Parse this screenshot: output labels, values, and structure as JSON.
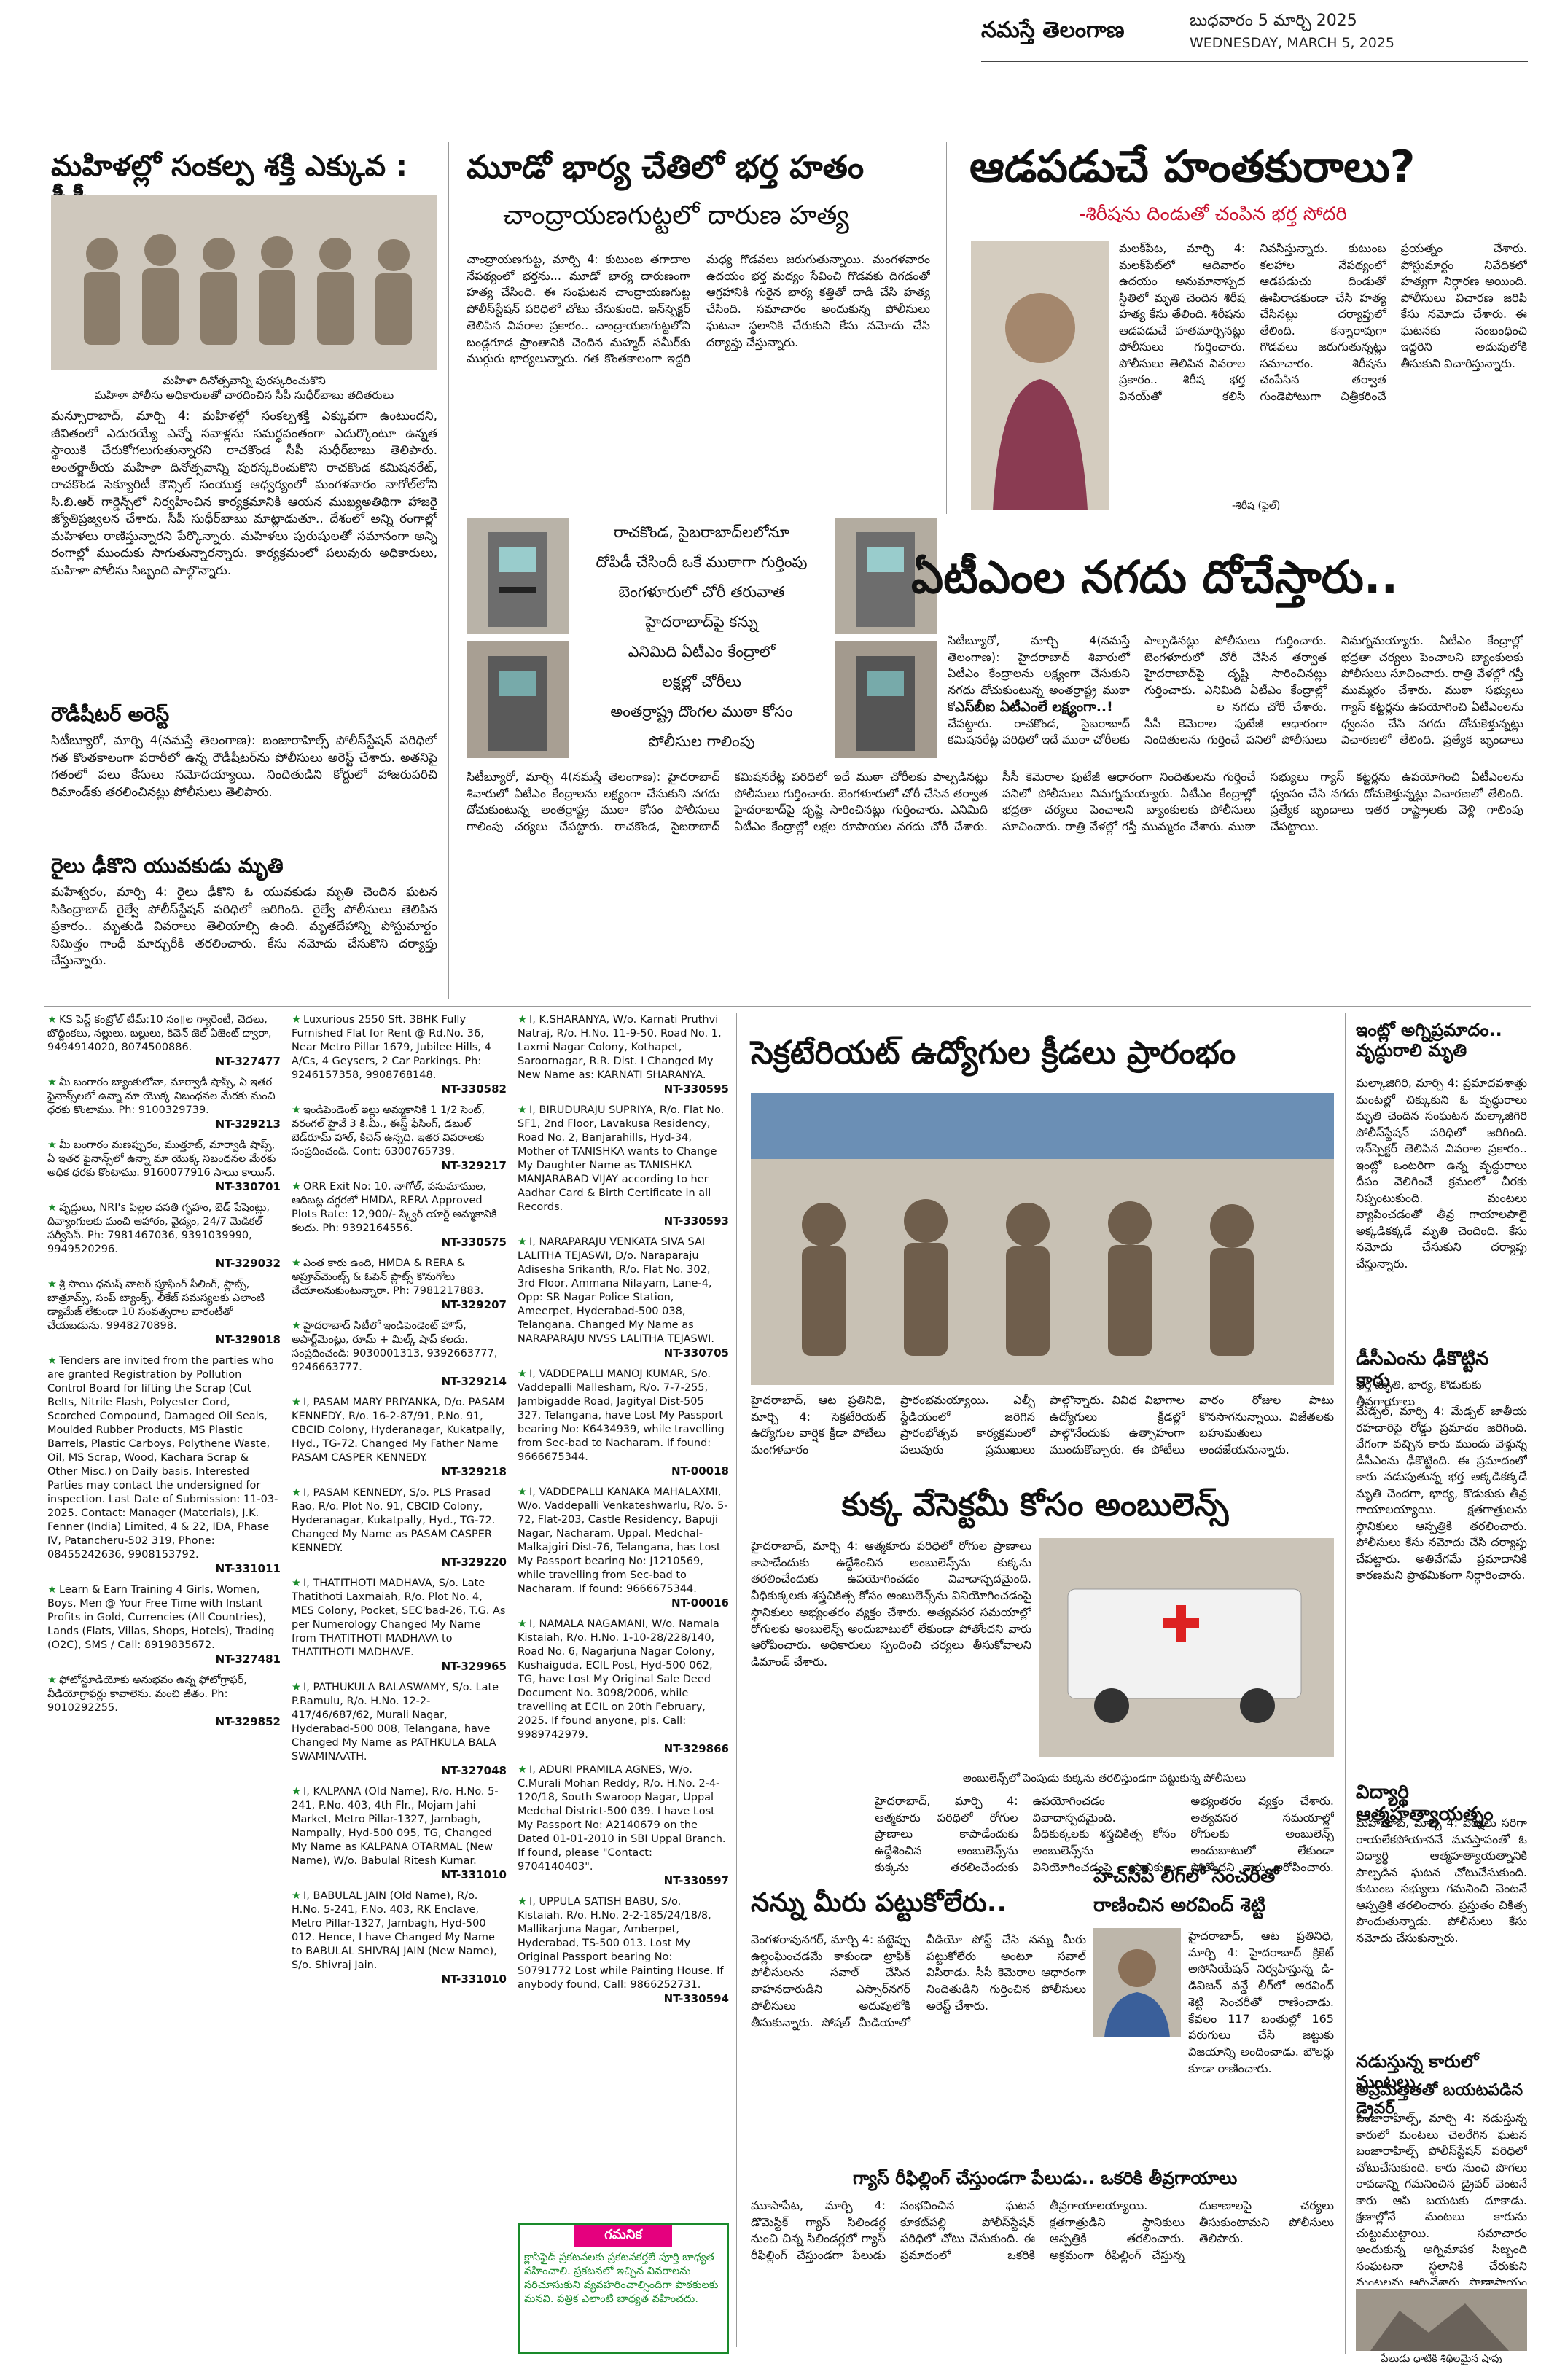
{
  "masthead": {
    "paper_name": "నమస్తే తెలంగాణ",
    "date_telugu": "బుధవారం 5 మార్చి 2025",
    "date_english": "WEDNESDAY, MARCH 5, 2025"
  },
  "story1": {
    "headline": "మహిళల్లో సంకల్ప శక్తి ఎక్కువ : సీపీ",
    "sub1": "మహిళా దినోత్సవాన్ని పురస్కరించుకొని",
    "sub2": "మహిళా పోలీసు అధికారులతో చారదించిన సీపీ సుధీర్‌బాబు తదితరులు",
    "body": "మన్సూరాబాద్, మార్చి 4: మహిళల్లో సంకల్పశక్తి ఎక్కువగా ఉంటుందని, జీవితంలో ఎదురయ్యే ఎన్నో సవాళ్లను సమర్థవంతంగా ఎదుర్కొంటూ ఉన్నత స్థాయికి చేరుకోగలుగుతున్నారని రాచకొండ సీపీ సుధీర్‌బాబు తెలిపారు. అంతర్జాతీయ మహిళా దినోత్సవాన్ని పురస్కరించుకొని రాచకొండ కమిషనరేట్, రాచకొండ సెక్యూరిటీ కౌన్సిల్ సంయుక్త ఆధ్వర్యంలో మంగళవారం నాగోల్‌లోని సి.బి.ఆర్ గార్డెన్స్‌లో నిర్వహించిన కార్యక్రమానికి ఆయన ముఖ్యఅతిథిగా హాజరై జ్యోతిప్రజ్వలన చేశారు. సీపీ సుధీర్‌బాబు మాట్లాడుతూ.. దేశంలో అన్ని రంగాల్లో మహిళలు రాణిస్తున్నారని పేర్కొన్నారు. మహిళలు పురుషులతో సమానంగా అన్ని రంగాల్లో ముందుకు సాగుతున్నారన్నారు. కార్యక్రమంలో పలువురు అధికారులు, మహిళా పోలీసు సిబ్బంది పాల్గొన్నారు."
  },
  "story1b": {
    "headline": "రౌడీషీటర్ అరెస్ట్",
    "body": "సిటీబ్యూరో, మార్చి 4(నమస్తే తెలంగాణ): బంజారాహిల్స్ పోలీస్‌స్టేషన్ పరిధిలో గత కొంతకాలంగా పరారీలో ఉన్న రౌడీషీటర్‌ను పోలీసులు అరెస్ట్ చేశారు. అతనిపై గతంలో పలు కేసులు నమోదయ్యాయి. నిందితుడిని కోర్టులో హాజరుపరిచి రిమాండ్‌కు తరలించినట్లు పోలీసులు తెలిపారు."
  },
  "story1c": {
    "headline": "రైలు ఢీకొని యువకుడు మృతి",
    "body": "మహేశ్వరం, మార్చి 4: రైలు ఢీకొని ఓ యువకుడు మృతి చెందిన ఘటన సికింద్రాబాద్ రైల్వే పోలీస్‌స్టేషన్ పరిధిలో జరిగింది. రైల్వే పోలీసులు తెలిపిన ప్రకారం.. మృతుడి వివరాలు తెలియాల్సి ఉంది. మృతదేహాన్ని పోస్టుమార్టం నిమిత్తం గాంధీ మార్చురీకి తరలించారు. కేసు నమోదు చేసుకొని దర్యాప్తు చేస్తున్నారు."
  },
  "story2": {
    "headline": "మూడో భార్య చేతిలో భర్త హతం",
    "subhead": "చాంద్రాయణగుట్టలో దారుణ హత్య",
    "body": "చాంద్రాయణగుట్ట, మార్చి 4: కుటుంబ తగాదాల నేపథ్యంలో భర్తను... మూడో భార్య దారుణంగా హత్య చేసింది. ఈ సంఘటన చాంద్రాయణగుట్ట పోలీస్‌స్టేషన్ పరిధిలో చోటు చేసుకుంది. ఇన్‌స్పెక్టర్ తెలిపిన వివరాల ప్రకారం.. చాంద్రాయణగుట్టలోని బండ్లగూడ ప్రాంతానికి చెందిన మహ్మద్ సమీర్‌కు ముగ్గురు భార్యలున్నారు. గత కొంతకాలంగా ఇద్దరి మధ్య గొడవలు జరుగుతున్నాయి. మంగళవారం ఉదయం భర్త మద్యం సేవించి గొడవకు దిగడంతో ఆగ్రహానికి గురైన భార్య కత్తితో దాడి చేసి హత్య చేసింది. సమాచారం అందుకున్న పోలీసులు ఘటనా స్థలానికి చేరుకుని కేసు నమోదు చేసి దర్యాప్తు చేస్తున్నారు."
  },
  "story2b": {
    "items": [
      "రాచకొండ, సైబరాబాద్‌లలోనూ",
      "దోపిడీ చేసిందీ ఒకే ముఠాగా గుర్తింపు",
      "బెంగళూరులో చోరీ తరువాత",
      "హైదరాబాద్‌పై కన్ను",
      "ఎనిమిది ఏటీఎం కేంద్రాలో",
      "లక్షల్లో చోరీలు",
      "అంతర్రాష్ట్ర దొంగల ముఠా కోసం",
      "పోలీసుల గాలింపు"
    ]
  },
  "story3": {
    "headline": "ఆడపడుచే హంతకురాలు?",
    "subhead": "-శిరీషను దిండుతో చంపిన భర్త సోదరి",
    "body": "మలక్‌పేట, మార్చి 4: మలక్‌పేట్‌లో ఆదివారం ఉదయం అనుమానాస్పద స్థితిలో మృతి చెందిన శిరీష హత్య కేసు తేలింది. శిరీషను ఆడపడుచే హతమార్చినట్లు పోలీసులు గుర్తించారు. పోలీసులు తెలిపిన వివరాల ప్రకారం.. శిరీష భర్త వినయ్‌తో కలిసి నివసిస్తున్నారు. కుటుంబ కలహాల నేపథ్యంలో ఆడపడుచు దిండుతో ఊపిరాడకుండా చేసి హత్య చేసినట్లు దర్యాప్తులో తేలింది. కన్నారావుగా గొడవలు జరుగుతున్నట్లు సమాచారం. శిరీషను చంపేసిన తర్వాత గుండెపోటుగా చిత్రీకరించే ప్రయత్నం చేశారు. పోస్టుమార్టం నివేదికలో హత్యగా నిర్ధారణ అయింది. పోలీసులు విచారణ జరిపి కేసు నమోదు చేశారు. ఈ ఘటనకు సంబంధించి ఇద్దరిని అదుపులోకి తీసుకుని విచారిస్తున్నారు.",
    "caption": "-శిరీష (ఫైల్)"
  },
  "story4": {
    "headline": "ఏటీఎంల నగదు దోచేస్తారు..",
    "body": "సిటీబ్యూరో, మార్చి 4(నమస్తే తెలంగాణ): హైదరాబాద్ శివారులో ఏటీఎం కేంద్రాలను లక్ష్యంగా చేసుకుని నగదు దోచుకుంటున్న అంతర్రాష్ట్ర ముఠా కోసం పోలీసులు గాలింపు చర్యలు చేపట్టారు. రాచకొండ, సైబరాబాద్ కమిషనరేట్ల పరిధిలో ఇదే ముఠా చోరీలకు పాల్పడినట్లు పోలీసులు గుర్తించారు. బెంగళూరులో చోరీ చేసిన తర్వాత హైదరాబాద్‌పై దృష్టి సారించినట్లు గుర్తించారు. ఎనిమిది ఏటీఎం కేంద్రాల్లో లక్షల రూపాయల నగదు చోరీ చేశారు. సీసీ కెమెరాల ఫుటేజీ ఆధారంగా నిందితులను గుర్తించే పనిలో పోలీసులు నిమగ్నమయ్యారు. ఏటీఎం కేంద్రాల్లో భద్రతా చర్యలు పెంచాలని బ్యాంకులకు పోలీసులు సూచించారు. రాత్రి వేళల్లో గస్తీ ముమ్మరం చేశారు. ముఠా సభ్యులు గ్యాస్ కట్టర్లను ఉపయోగించి ఏటీఎంలను ధ్వంసం చేసి నగదు దోచుకెళ్తున్నట్లు విచారణలో తేలింది. ప్రత్యేక బృందాలు ఇతర రాష్ట్రాలకు వెళ్లి గాలింపు చేపట్టాయి.",
    "callout": "ఎస్‌బీఐ ఏటీఎంలే లక్ష్యంగా..!"
  },
  "story5": {
    "headline": "సెక్రటేరియట్ ఉద్యోగుల క్రీడలు ప్రారంభం",
    "body": "హైదరాబాద్, ఆట ప్రతినిధి, మార్చి 4: సెక్రటేరియట్ ఉద్యోగుల వార్షిక క్రీడా పోటీలు మంగళవారం ప్రారంభమయ్యాయి. ఎల్బీ స్టేడియంలో జరిగిన ప్రారంభోత్సవ కార్యక్రమంలో పలువురు ప్రముఖులు పాల్గొన్నారు. వివిధ విభాగాల ఉద్యోగులు క్రీడల్లో పాల్గొనేందుకు ఉత్సాహంగా ముందుకొచ్చారు. ఈ పోటీలు వారం రోజుల పాటు కొనసాగనున్నాయి. విజేతలకు బహుమతులు అందజేయనున్నారు."
  },
  "story6": {
    "headline": "కుక్క వేసెక్టమీ కోసం అంబులెన్స్",
    "body": "హైదరాబాద్, మార్చి 4: ఆత్మకూరు పరిధిలో రోగుల ప్రాణాలు కాపాడేందుకు ఉద్దేశించిన అంబులెన్స్‌ను కుక్కను తరలించేందుకు ఉపయోగించడం వివాదాస్పదమైంది. వీధికుక్కలకు శస్త్రచికిత్స కోసం అంబులెన్స్‌ను వినియోగించడంపై స్థానికులు అభ్యంతరం వ్యక్తం చేశారు. అత్యవసర సమయాల్లో రోగులకు అంబులెన్స్ అందుబాటులో లేకుండా పోతోందని వారు ఆరోపించారు. అధికారులు స్పందించి చర్యలు తీసుకోవాలని డిమాండ్ చేశారు.",
    "caption": "అంబులెన్స్‌లో పెంపుడు కుక్కను తరలిస్తుండగా పట్టుకున్న పోలీసులు"
  },
  "story7": {
    "headline": "నన్ను మీరు పట్టుకోలేరు..",
    "body": "వెంగళరావునగర్, మార్చి 4: వట్టెప్పు ఉల్లంఘించడమే కాకుండా ట్రాఫిక్ పోలీసులను సవాల్ చేసిన వాహనదారుడిని ఎస్సార్‌నగర్ పోలీసులు అదుపులోకి తీసుకున్నారు. సోషల్ మీడియాలో వీడియో పోస్ట్ చేసి నన్ను మీరు పట్టుకోలేరు అంటూ సవాల్ విసిరాడు. సీసీ కెమెరాల ఆధారంగా నిందితుడిని గుర్తించిన పోలీసులు అరెస్ట్ చేశారు."
  },
  "story8": {
    "headline": "హెచ్‌సీపీ లీగ్‌లో సెంచరీతో",
    "subhead": "రాణించిన అరవింద్ శెట్టి",
    "body": "హైదరాబాద్, ఆట ప్రతినిధి, మార్చి 4: హైదరాబాద్ క్రికెట్ అసోసియేషన్ నిర్వహిస్తున్న డి-డివిజన్ వన్డే లీగ్‌లో అరవింద్ శెట్టి సెంచరీతో రాణించాడు. కేవలం 117 బంతుల్లో 165 పరుగులు చేసి జట్టుకు విజయాన్ని అందించాడు. బౌలర్లు కూడా రాణించారు."
  },
  "story9": {
    "headline": "గ్యాస్ రీఫిల్లింగ్ చేస్తుండగా పేలుడు.. ఒకరికి తీవ్రగాయాలు",
    "body": "మూసాపేట, మార్చి 4: డొమెస్టిక్ గ్యాస్ సిలిండర్ల నుంచి చిన్న సిలిండర్లలో గ్యాస్ రీఫిల్లింగ్ చేస్తుండగా పేలుడు సంభవించిన ఘటన కూకట్‌పల్లి పోలీస్‌స్టేషన్ పరిధిలో చోటు చేసుకుంది. ఈ ప్రమాదంలో ఒకరికి తీవ్రగాయాలయ్యాయి. క్షతగాత్రుడిని స్థానికులు ఆస్పత్రికి తరలించారు. అక్రమంగా రీఫిల్లింగ్ చేస్తున్న దుకాణాలపై చర్యలు తీసుకుంటామని పోలీసులు తెలిపారు.",
    "caption": "పేలుడు ధాటికి శిథిలమైన షాపు"
  },
  "story10": {
    "headline": "ఇంట్లో అగ్నిప్రమాదం.. వృద్ధురాలి మృతి",
    "body": "మల్కాజిగిరి, మార్చి 4: ప్రమాదవశాత్తు మంటల్లో చిక్కుకుని ఓ వృద్ధురాలు మృతి చెందిన సంఘటన మల్కాజిగిరి పోలీస్‌స్టేషన్ పరిధిలో జరిగింది. ఇన్‌స్పెక్టర్ తెలిపిన వివరాల ప్రకారం.. ఇంట్లో ఒంటరిగా ఉన్న వృద్ధురాలు దీపం వెలిగించే క్రమంలో చీరకు నిప్పంటుకుంది. మంటలు వ్యాపించడంతో తీవ్ర గాయాలపాలై అక్కడికక్కడే మృతి చెందింది. కేసు నమోదు చేసుకుని దర్యాప్తు చేస్తున్నారు."
  },
  "story11": {
    "headline": "డీసీఎంను ఢీకొట్టిన కారు",
    "subhead": "భర్త మృతి, భార్య, కొడుకుకు తీవ్రగాయాలు",
    "body": "మేడ్చల్, మార్చి 4: మేడ్చల్ జాతీయ రహదారిపై రోడ్డు ప్రమాదం జరిగింది. వేగంగా వచ్చిన కారు ముందు వెళ్తున్న డీసీఎంను ఢీకొట్టింది. ఈ ప్రమాదంలో కారు నడుపుతున్న భర్త అక్కడికక్కడే మృతి చెందగా, భార్య, కొడుకుకు తీవ్ర గాయాలయ్యాయి. క్షతగాత్రులను స్థానికులు ఆస్పత్రికి తరలించారు. పోలీసులు కేసు నమోదు చేసి దర్యాప్తు చేపట్టారు. అతివేగమే ప్రమాదానికి కారణమని ప్రాథమికంగా నిర్ధారించారు."
  },
  "story12": {
    "headline": "విద్యార్థి ఆత్మహత్యాయత్నం",
    "body": "మహబూబ్, మార్చి 4: పరీక్షలు సరిగా రాయలేకపోయాననే మనస్తాపంతో ఓ విద్యార్థి ఆత్మహత్యాయత్నానికి పాల్పడిన ఘటన చోటుచేసుకుంది. కుటుంబ సభ్యులు గమనించి వెంటనే ఆస్పత్రికి తరలించారు. ప్రస్తుతం చికిత్స పొందుతున్నాడు. పోలీసులు కేసు నమోదు చేసుకున్నారు."
  },
  "story13": {
    "headline": "నడుస్తున్న కారులో మంటలు",
    "subhead": "అప్రమత్తతతో బయటపడిన డ్రైవర్",
    "body": "బంజారాహిల్స్, మార్చి 4: నడుస్తున్న కారులో మంటలు చెలరేగిన ఘటన బంజారాహిల్స్ పోలీస్‌స్టేషన్ పరిధిలో చోటుచేసుకుంది. కారు నుంచి పొగలు రావడాన్ని గమనించిన డ్రైవర్ వెంటనే కారు ఆపి బయటకు దూకాడు. క్షణాల్లోనే మంటలు కారును చుట్టుముట్టాయి. సమాచారం అందుకున్న అగ్నిమాపక సిబ్బంది సంఘటనా స్థలానికి చేరుకుని మంటలను ఆర్పివేశారు. ప్రాణాపాయం తప్పింది."
  },
  "classifieds": {
    "col1": [
      {
        "text": "KS పెస్ట్ కంట్రోల్ టీమ్:10 సం॥ల గ్యారెంటీ, చెదలు, బొద్దింకలు, నల్లులు, బల్లులు, కిచెన్ జెల్ ఏజెంట్ ద్వారా, 9494914020, 8074500886.",
        "code": "NT-327477"
      },
      {
        "text": "మీ బంగారం బ్యాంకులోనా, మార్వాడీ షాప్స్, ఏ ఇతర ఫైనాన్స్‌లలో ఉన్నా మా యొక్క నిబంధనల మేరకు మంచి ధరకు కొంటాము. Ph: 9100329739.",
        "code": "NT-329213"
      },
      {
        "text": "మీ బంగారం మణప్పురం, ముత్తూట్, మార్వాడి షాప్స్, ఏ ఇతర ఫైనాన్స్‌లో ఉన్నా మా యొక్క నిబంధనల మేరకు అధిక ధరకు కొంటాము. 9160077916 సాయి కాయిన్.",
        "code": "NT-330701"
      },
      {
        "text": "వృద్ధులు, NRI's పిల్లల వసతి గృహం, బెడ్ పేషెంట్లు, దివ్యాంగులకు మంచి ఆహారం, వైద్యం, 24/7 మెడికల్ సర్వీసెస్. Ph: 7981467036, 9391039990, 9949520296.",
        "code": "NT-329032"
      },
      {
        "text": "శ్రీ సాయి ధనుష్ వాటర్ ప్రూఫింగ్ సీలింగ్, స్లాబ్స్, బాత్రూమ్స్, సంప్ ట్యాంక్స్, లీకేజ్ సమస్యలకు ఎలాంటి డ్యామేజ్ లేకుండా 10 సంవత్సరాల వారంటీతో చేయబడును. 9948270898.",
        "code": "NT-329018"
      },
      {
        "text": "Tenders are invited from the parties who are granted Registration by Pollution Control Board for lifting the Scrap (Cut Belts, Nitrile Flash, Polyester Cord, Scorched Compound, Damaged Oil Seals, Moulded Rubber Products, MS Plastic Barrels, Plastic Carboys, Polythene Waste, Oil, MS Scrap, Wood, Kachara Scrap & Other Misc.) on Daily basis. Interested Parties may contact the undersigned for inspection. Last Date of Submission: 11-03-2025. Contact: Manager (Materials), J.K. Fenner (India) Limited, 4 & 22, IDA, Phase IV, Patancheru-502 319, Phone: 08455242636, 9908153792.",
        "code": "NT-331011"
      },
      {
        "text": "Learn & Earn Training 4 Girls, Women, Boys, Men @ Your Free Time with Instant Profits in Gold, Currencies (All Countries), Lands (Flats, Villas, Shops, Hotels), Trading (O2C), SMS / Call: 8919835672.",
        "code": "NT-327481"
      },
      {
        "text": "ఫోటోస్టూడియోకు అనుభవం ఉన్న ఫోటోగ్రాఫర్, వీడియోగ్రాఫర్లు కావాలెను. మంచి జీతం. Ph: 9010292255.",
        "code": "NT-329852"
      }
    ],
    "col2": [
      {
        "text": "Luxurious 2550 Sft. 3BHK Fully Furnished Flat for Rent @ Rd.No. 36, Near Metro Pillar 1679, Jubilee Hills, 4 A/Cs, 4 Geysers, 2 Car Parkings. Ph: 9246157358, 9908768148.",
        "code": "NT-330582"
      },
      {
        "text": "ఇండిపెండెంట్ ఇల్లు అమ్మకానికి 1 1/2 సెంట్, వరంగల్ హైవే 3 కి.మీ., ఈస్ట్ ఫేసింగ్, డబుల్ బెడ్‌రూమ్ హాల్, కిచెన్ ఉన్నది. ఇతర వివరాలకు సంప్రదించండి. Cont: 6300765739.",
        "code": "NT-329217"
      },
      {
        "text": "ORR Exit No: 10, నాగోల్, పసుమాముల, ఆదిబట్ల దగ్గరలో HMDA, RERA Approved Plots Rate: 12,900/- స్క్వేర్ యార్డ్ అమ్మకానికి కలదు. Ph: 9392164556.",
        "code": "NT-330575"
      },
      {
        "text": "ఎంత కారు ఉంది, HMDA & RERA & అప్రూవ్‌మెంట్స్ & ఓపెన్ ప్లాట్స్ కొనుగోలు చేయాలనుకుంటున్నారా. Ph: 7981217883.",
        "code": "NT-329207"
      },
      {
        "text": "హైదరాబాద్ సిటీలో ఇండిపెండెంట్ హౌస్, అపార్ట్‌మెంట్లు, రూమ్ + మిల్క్ షాప్ కలదు. సంప్రదించండి: 9030001313, 9392663777, 9246663777.",
        "code": "NT-329214"
      },
      {
        "text": "I, PASAM MARY PRIYANKA, D/o. PASAM KENNEDY, R/o. 16-2-87/91, P.No. 91, CBCID Colony, Hyderanagar, Kukatpally, Hyd., TG-72. Changed My Father Name PASAM CASPER KENNEDY.",
        "code": "NT-329218"
      },
      {
        "text": "I, PASAM KENNEDY, S/o. PLS Prasad Rao, R/o. Plot No. 91, CBCID Colony, Hyderanagar, Kukatpally, Hyd., TG-72. Changed My Name as PASAM CASPER KENNEDY.",
        "code": "NT-329220"
      },
      {
        "text": "I, THATITHOTI MADHAVA, S/o. Late Thatithoti Laxmaiah, R/o. Plot No. 4, MES Colony, Pocket, SEC'bad-26, T.G. As per Numerology Changed My Name from THATITHOTI MADHAVA to THATITHOTI MADHAVE.",
        "code": "NT-329965"
      },
      {
        "text": "I, PATHUKULA BALASWAMY, S/o. Late P.Ramulu, R/o. H.No. 12-2-417/46/687/62, Murali Nagar, Hyderabad-500 008, Telangana, have Changed My Name as PATHKULA BALA SWAMINAATH.",
        "code": "NT-327048"
      },
      {
        "text": "I, KALPANA (Old Name), R/o. H.No. 5-241, P.No. 403, 4th Flr., Mojam Jahi Market, Metro Pillar-1327, Jambagh, Nampally, Hyd-500 095, TG, Changed My Name as KALPANA OTARMAL (New Name), W/o. Babulal Ritesh Kumar.",
        "code": "NT-331010"
      },
      {
        "text": "I, BABULAL JAIN (Old Name), R/o. H.No. 5-241, F.No. 403, RK Enclave, Metro Pillar-1327, Jambagh, Hyd-500 012. Hence, I have Changed My Name to BABULAL SHIVRAJ JAIN (New Name), S/o. Shivraj Jain.",
        "code": "NT-331010"
      }
    ],
    "col3": [
      {
        "text": "I, K.SHARANYA, W/o. Karnati Pruthvi Natraj, R/o. H.No. 11-9-50, Road No. 1, Laxmi Nagar Colony, Kothapet, Saroornagar, R.R. Dist. I Changed My New Name as: KARNATI SHARANYA.",
        "code": "NT-330595"
      },
      {
        "text": "I, BIRUDURAJU SUPRIYA, R/o. Flat No. SF1, 2nd Floor, Lavakusa Residency, Road No. 2, Banjarahills, Hyd-34, Mother of TANISHKA wants to Change My Daughter Name as TANISHKA MANJARABAD VIJAY according to her Aadhar Card & Birth Certificate in all Records.",
        "code": "NT-330593"
      },
      {
        "text": "I, NARAPARAJU VENKATA SIVA SAI LALITHA TEJASWI, D/o. Naraparaju Adisesha Srikanth, R/o. Flat No. 302, 3rd Floor, Ammana Nilayam, Lane-4, Opp: SR Nagar Police Station, Ameerpet, Hyderabad-500 038, Telangana. Changed My Name as NARAPARAJU NVSS LALITHA TEJASWI.",
        "code": "NT-330705"
      },
      {
        "text": "I, VADDEPALLI MANOJ KUMAR, S/o. Vaddepalli Mallesham, R/o. 7-7-255, Jambigadde Road, Jagityal Dist-505 327, Telangana, have Lost My Passport bearing No: K6434939, while travelling from Sec-bad to Nacharam. If found: 9666675344.",
        "code": "NT-00018"
      },
      {
        "text": "I, VADDEPALLI KANAKA MAHALAXMI, W/o. Vaddepalli Venkateshwarlu, R/o. 5-72, Flat-203, Castle Residency, Bapuji Nagar, Nacharam, Uppal, Medchal-Malkajgiri Dist-76, Telangana, has Lost My Passport bearing No: J1210569, while travelling from Sec-bad to Nacharam. If found: 9666675344.",
        "code": "NT-00016"
      },
      {
        "text": "I, NAMALA NAGAMANI, W/o. Namala Kistaiah, R/o. H.No. 1-10-28/228/140, Road No. 6, Nagarjuna Nagar Colony, Kushaiguda, ECIL Post, Hyd-500 062, TG, have Lost My Original Sale Deed Document No. 3098/2006, while travelling at ECIL on 20th February, 2025. If found anyone, pls. Call: 9989742979.",
        "code": "NT-329866"
      },
      {
        "text": "I, ADURI PRAMILA AGNES, W/o. C.Murali Mohan Reddy, R/o. H.No. 2-4-120/18, South Swaroop Nagar, Uppal Medchal District-500 039. I have Lost My Passport No: A2140679 on the Dated 01-01-2010 in SBI Uppal Branch. If found, please \"Contact: 9704140403\".",
        "code": "NT-330597"
      },
      {
        "text": "I, UPPULA SATISH BABU, S/o. Kistaiah, R/o. H.No. 2-2-185/24/18/8, Mallikarjuna Nagar, Amberpet, Hyderabad, TS-500 013. Lost My Original Passport bearing No: S0791772 Lost while Painting House. If anybody found, Call: 9866252731.",
        "code": "NT-330594"
      }
    ],
    "notice": {
      "title": "గమనిక",
      "text": "క్లాసిఫైడ్ ప్రకటనలకు ప్రకటనకర్తలే పూర్తి బాధ్యత వహించాలి. ప్రకటనలో ఇచ్చిన వివరాలను సరిచూసుకుని వ్యవహరించాల్సిందిగా పాఠకులకు మనవి. పత్రిక ఎలాంటి బాధ్యత వహించదు."
    }
  }
}
